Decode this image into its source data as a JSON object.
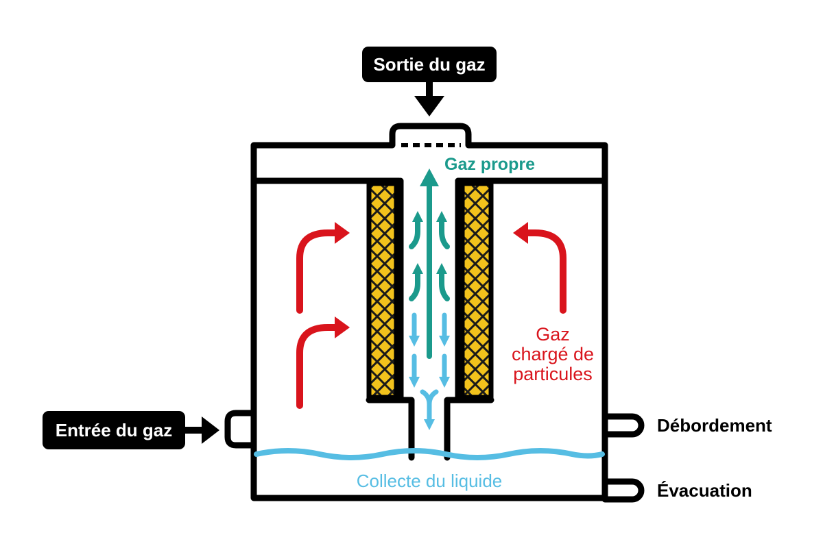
{
  "labels": {
    "gas_outlet": "Sortie du gaz",
    "gas_inlet": "Entrée du gaz",
    "clean_gas": "Gaz propre",
    "loaded_gas_line1": "Gaz",
    "loaded_gas_line2": "chargé de",
    "loaded_gas_line3": "particules",
    "overflow": "Débordement",
    "drain": "Évacuation",
    "liquid_collection": "Collecte du liquide"
  },
  "colors": {
    "outline": "#000000",
    "label_box": "#000000",
    "clean_gas": "#1b9a8c",
    "loaded_gas": "#d9141c",
    "liquid": "#56bde3",
    "filter_fill": "#f2c21c"
  },
  "icons": {
    "flow_arrow": "arrow-icon",
    "pointer_arrow": "triangle-arrow-icon"
  }
}
